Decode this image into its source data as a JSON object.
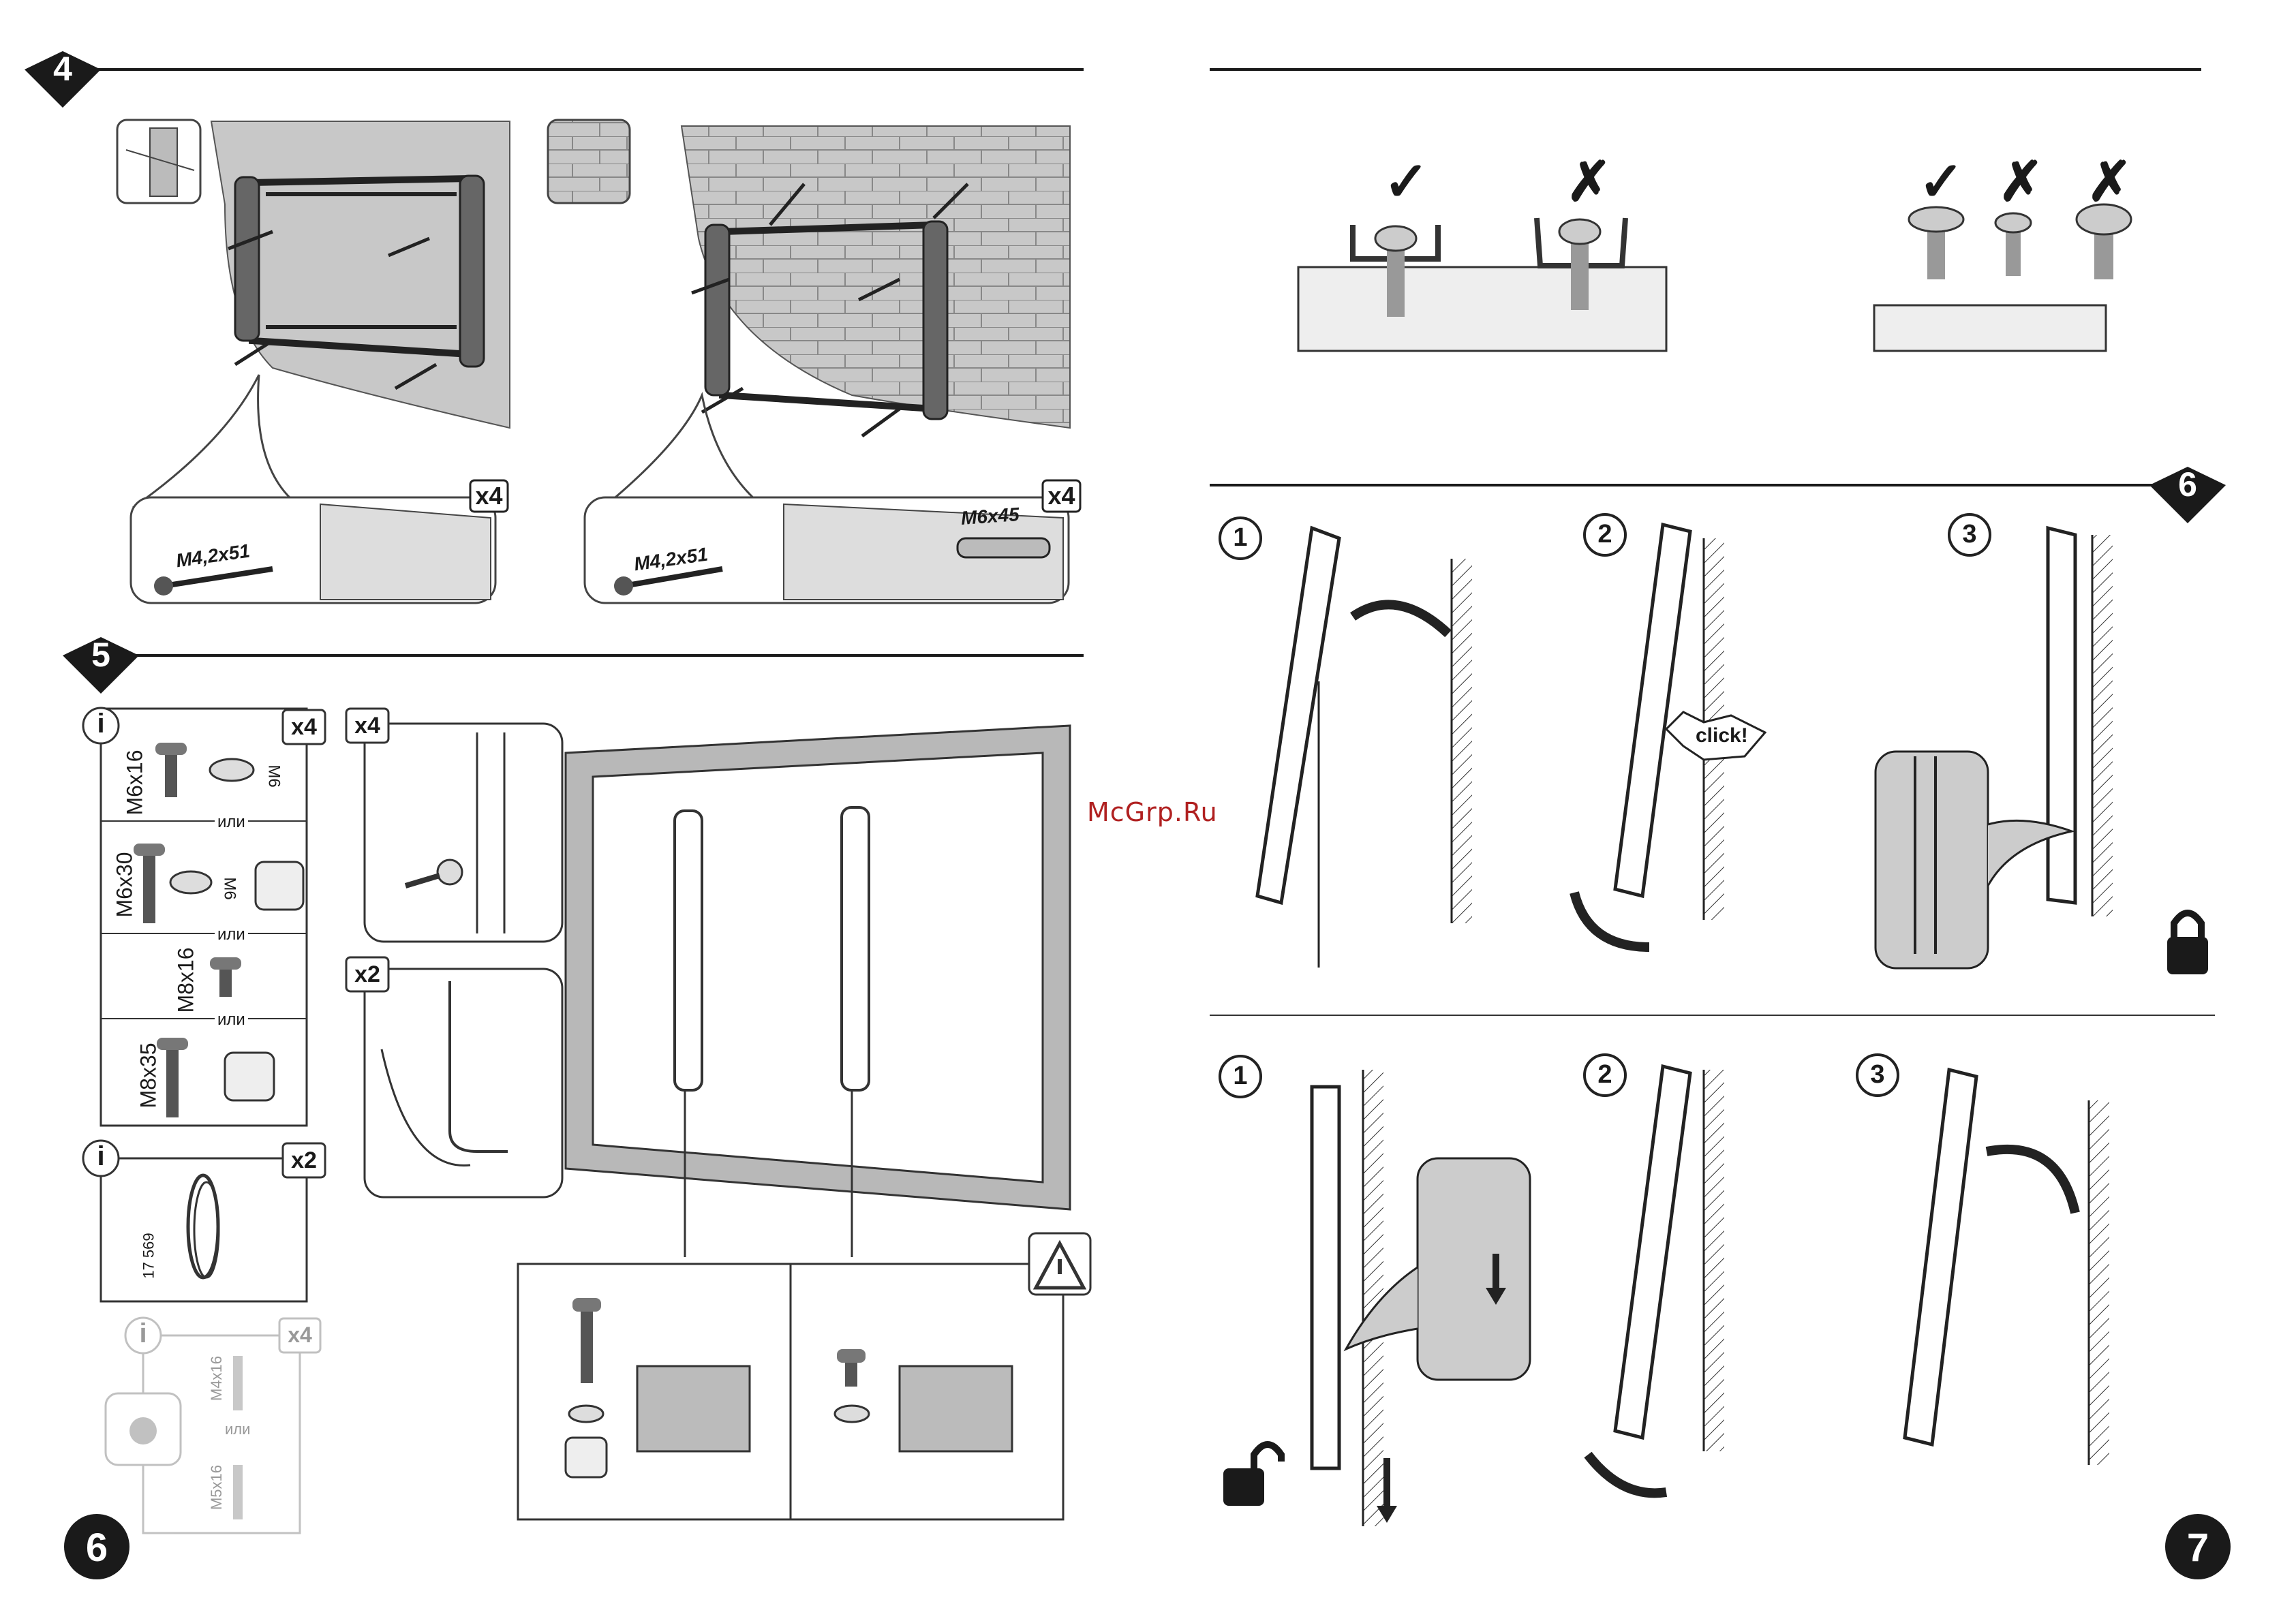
{
  "page": {
    "left_page_number": "6",
    "right_page_number": "7",
    "watermark": "McGrp.Ru"
  },
  "step4": {
    "step_number": "4",
    "drywall_panel": {
      "screw_label": "M4,2x51",
      "count_label": "x4"
    },
    "brick_panel": {
      "screw_label": "M4,2x51",
      "anchor_label": "M6x45",
      "count_label": "x4"
    }
  },
  "step5": {
    "step_number": "5",
    "hardware_box": {
      "info_icon": "i",
      "count_label": "x4",
      "options": [
        {
          "bolt": "M6x16",
          "washer": "M6"
        },
        {
          "bolt": "M6x30",
          "washer": "M6"
        },
        {
          "bolt": "M8x16"
        },
        {
          "bolt": "M8x35"
        }
      ],
      "separator": "или"
    },
    "cord_box": {
      "info_icon": "i",
      "count_label": "x2",
      "part_number": "17 569"
    },
    "optional_box": {
      "info_icon": "i",
      "count_label": "x4",
      "bolt_a": "M4x16",
      "bolt_b": "M5x16",
      "separator": "или"
    },
    "bracket_detail": {
      "count_label": "x4"
    },
    "cord_detail": {
      "count_label": "x2"
    },
    "warning_icon": "warning-triangle-icon"
  },
  "screw_depth": {
    "good_mark": "✓",
    "bad_mark": "✗"
  },
  "step6": {
    "step_number": "6",
    "mount_sequence": [
      "1",
      "2",
      "3"
    ],
    "click_label": "click!",
    "lock_icon": "padlock-closed-icon",
    "unmount_sequence": [
      "1",
      "2",
      "3"
    ],
    "unlock_icon": "padlock-open-icon"
  }
}
